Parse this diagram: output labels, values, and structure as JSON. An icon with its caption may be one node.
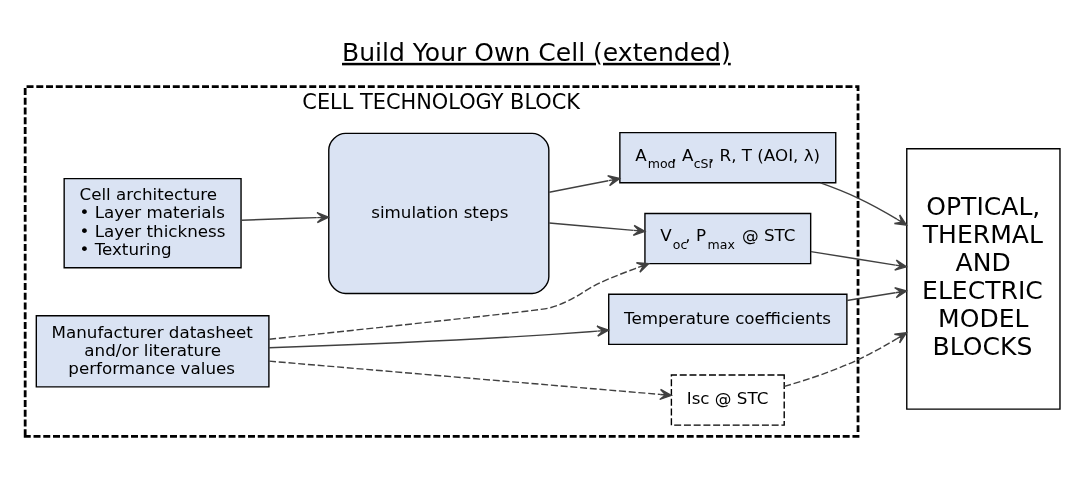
{
  "diagram": {
    "title": "Build Your Own Cell (extended)",
    "nodes": [
      {
        "text": [
          "CELL TECHNOLOGY BLOCK"
        ]
      },
      {
        "text": [
          "Cell architecture",
          "• Layer materials",
          "• Layer thickness",
          "• Texturing"
        ],
        "in": 0
      },
      {
        "text": [
          "simulation steps"
        ],
        "in": 0
      },
      {
        "text": [
          "A$_{mod}$, A$_{cSi}$, R, T (AOI, λ)"
        ],
        "in": 0
      },
      {
        "text": [
          "Manufacturer datasheet and/or literature performance values"
        ],
        "in": 0
      },
      {
        "text": [
          "V$_{oc}$, P$_{max}$ @ STC"
        ],
        "in": 0
      },
      {
        "text": [
          "Temperature coefficients"
        ],
        "in": 0
      },
      {
        "text": [
          "Isc @ STC"
        ],
        "in": 0
      },
      {
        "text": [
          "OPTICAL, THERMAL AND ELECTRIC MODEL BLOCKS"
        ]
      }
    ],
    "edges": [
      {
        "from": 1,
        "to": 2,
        "arrow": "to"
      },
      {
        "from": 2,
        "to": 3,
        "arrow": "to"
      },
      {
        "from": 2,
        "to": 5,
        "arrow": "to"
      },
      {
        "from": 4,
        "to": 5,
        "arrow": "to",
        "style": "dashed"
      },
      {
        "from": 4,
        "to": 6,
        "arrow": "to"
      },
      {
        "from": 4,
        "to": 7,
        "arrow": "to",
        "style": "dashed"
      },
      {
        "from": 3,
        "to": 8,
        "arrow": "to"
      },
      {
        "from": 5,
        "to": 8,
        "arrow": "to"
      },
      {
        "from": 6,
        "to": 8,
        "arrow": "to"
      },
      {
        "from": 7,
        "to": 8,
        "arrow": "to",
        "style": "dashed"
      }
    ]
  }
}
